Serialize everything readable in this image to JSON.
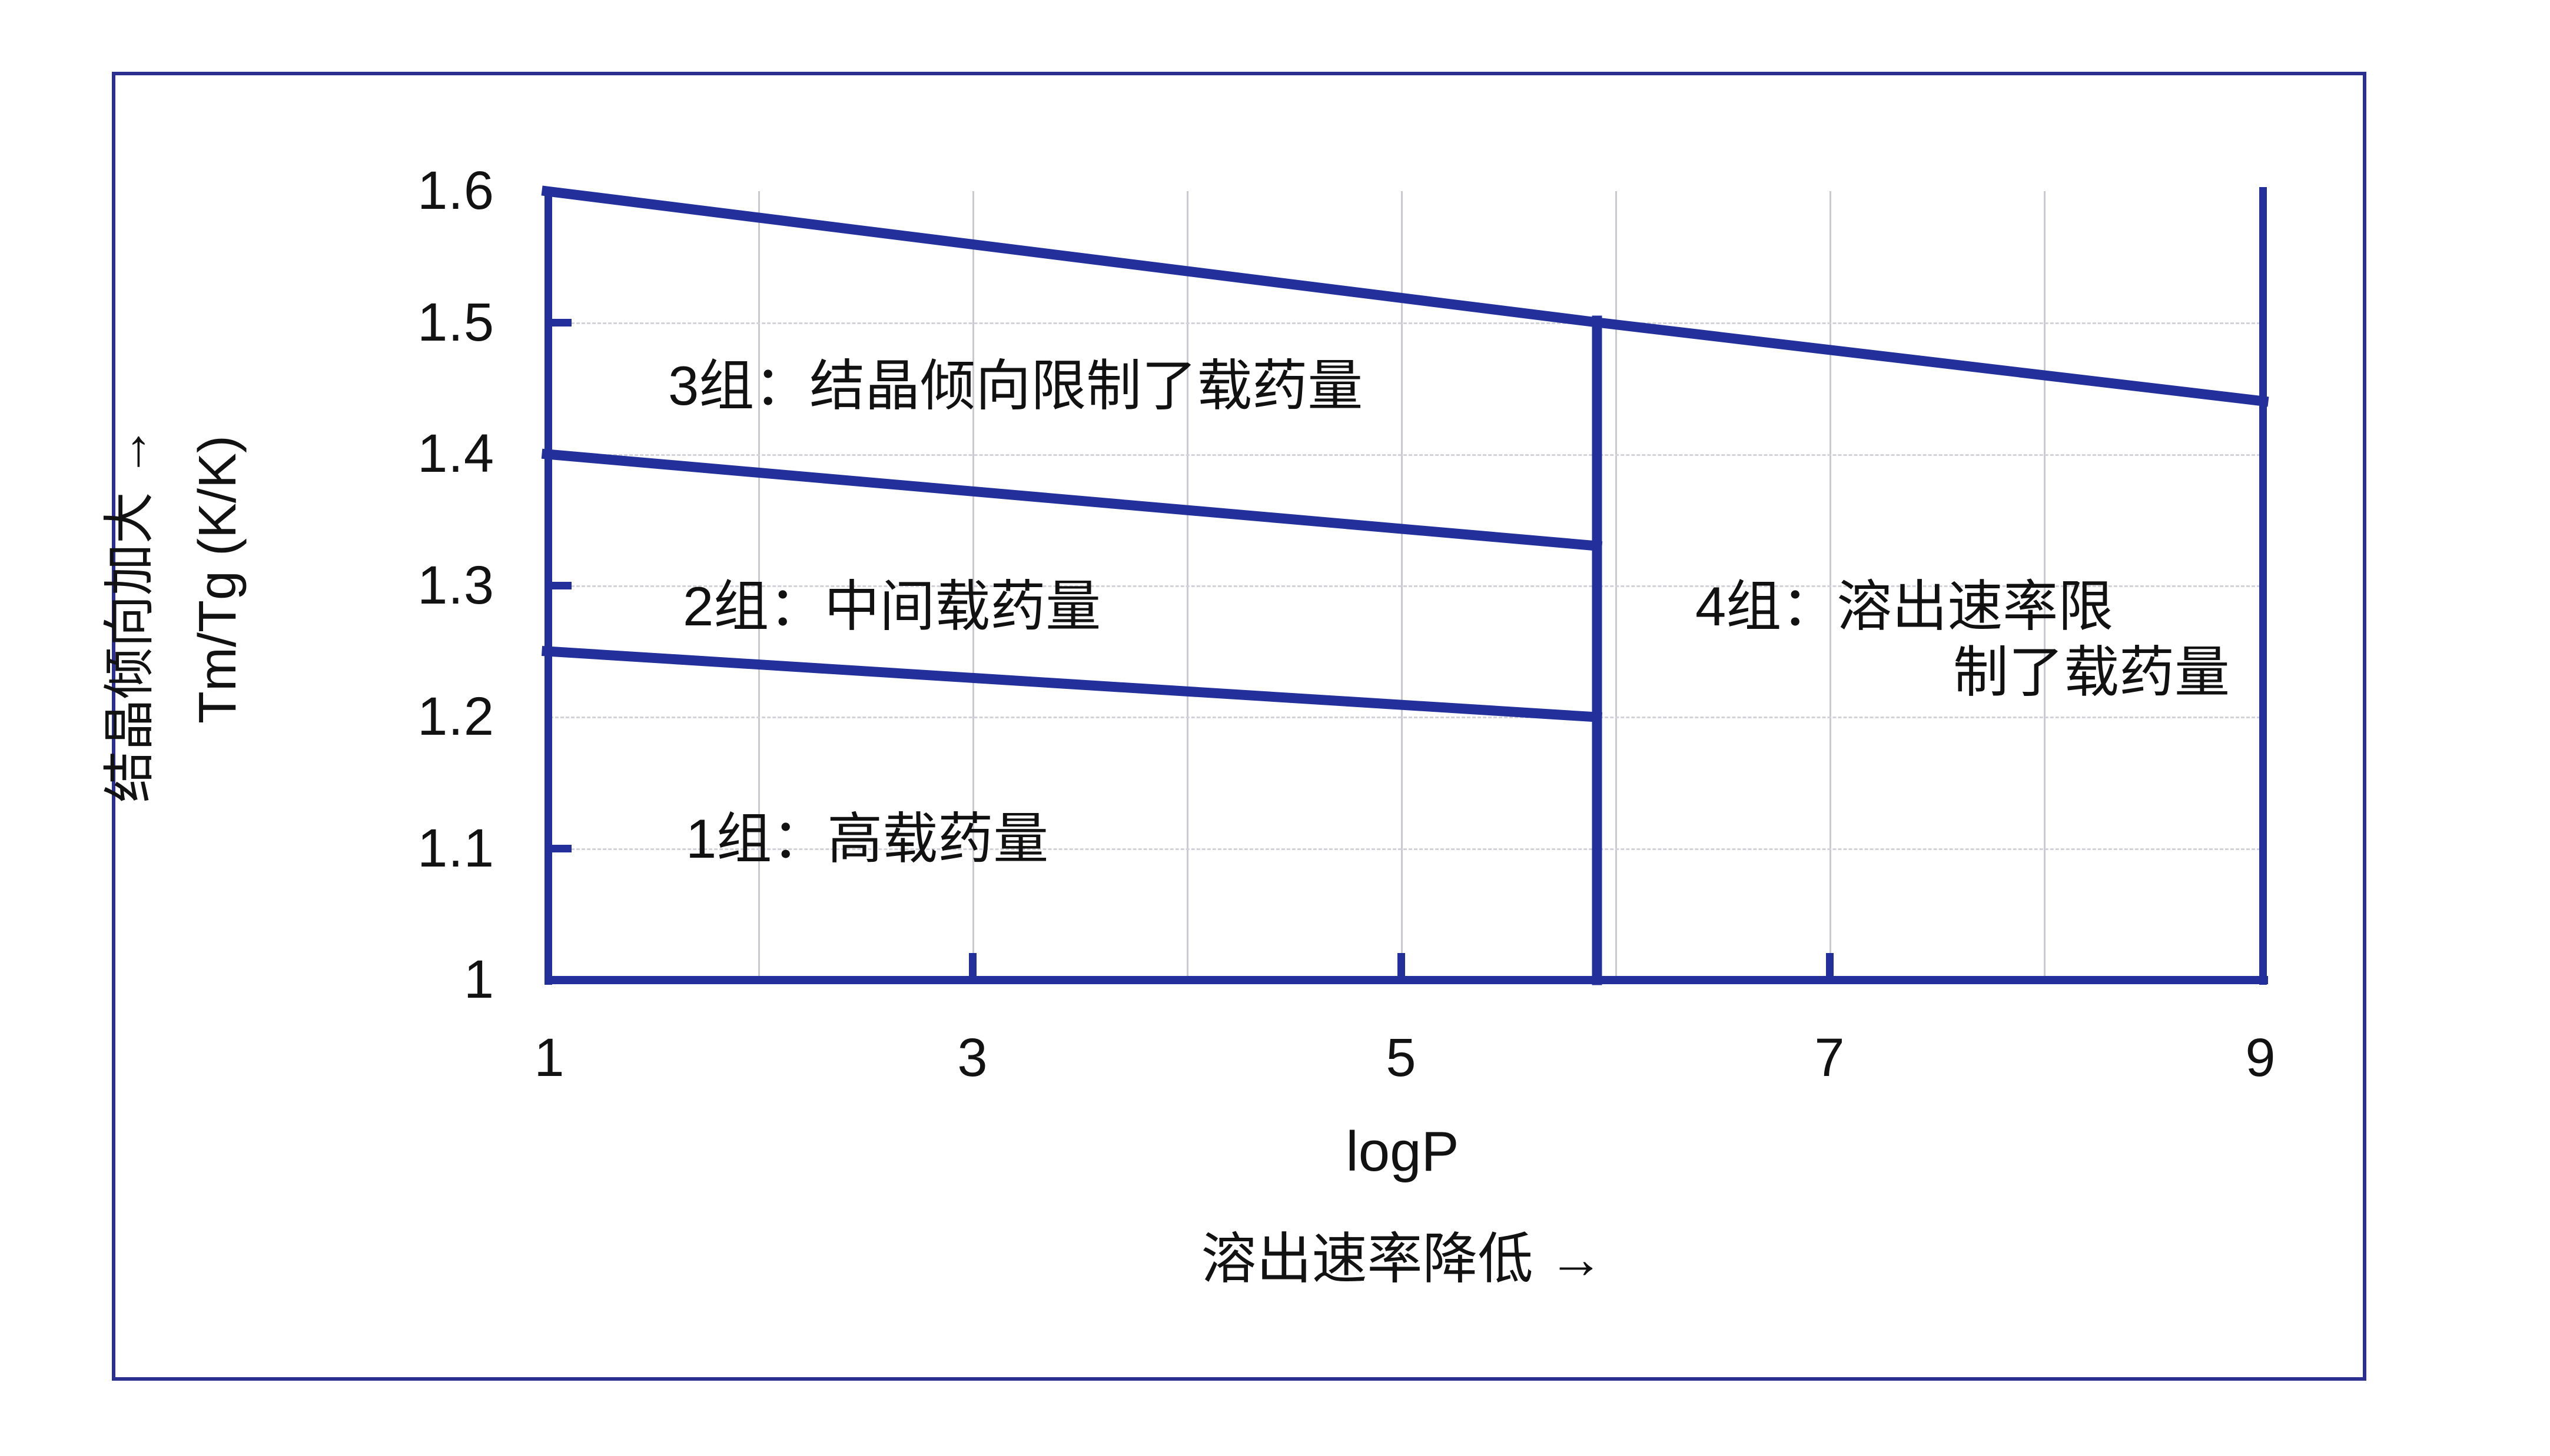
{
  "figure": {
    "frame_color": "#2b2f8f",
    "line_color": "#23309b",
    "grid_color": "#c9c9cf",
    "background": "#ffffff"
  },
  "axes": {
    "y_title": "Tm/Tg (K/K)",
    "y_outer_title": "结晶倾向加大 →",
    "x_title": "logP",
    "x_outer_title": "溶出速率降低 →",
    "y_ticks": [
      "1.6",
      "1.5",
      "1.4",
      "1.3",
      "1.2",
      "1.1",
      "1"
    ],
    "x_ticks": [
      "1",
      "3",
      "5",
      "7",
      "9"
    ]
  },
  "regions": {
    "group1": "1组：高载药量",
    "group2": "2组：中间载药量",
    "group3": "3组：结晶倾向限制了载药量",
    "group4_line1": "4组：溶出速率限",
    "group4_line2": "制了载药量"
  },
  "chart_data": {
    "type": "line",
    "title": "",
    "xlabel": "logP",
    "ylabel": "Tm/Tg (K/K)",
    "xlim": [
      1,
      9
    ],
    "ylim": [
      1.0,
      1.6
    ],
    "x_tick_values": [
      1,
      3,
      5,
      7,
      9
    ],
    "y_tick_values": [
      1.0,
      1.1,
      1.2,
      1.3,
      1.4,
      1.5,
      1.6
    ],
    "grid": "both-axes-light-gridlines-at-every-0.1-y-and-every-1-x",
    "legend": "none",
    "series": [
      {
        "name": "upper boundary (group 3 ceiling)",
        "x": [
          1,
          5.9,
          9
        ],
        "y": [
          1.6,
          1.5,
          1.44
        ]
      },
      {
        "name": "group 3 / group 2 boundary",
        "x": [
          1,
          5.9
        ],
        "y": [
          1.4,
          1.33
        ]
      },
      {
        "name": "group 2 / group 1 boundary",
        "x": [
          1,
          5.9
        ],
        "y": [
          1.25,
          1.2
        ]
      },
      {
        "name": "group 4 vertical divider",
        "x": [
          5.9,
          5.9
        ],
        "y": [
          1.5,
          1.0
        ]
      }
    ],
    "annotations": [
      {
        "text": "3组：结晶倾向限制了载药量",
        "x": 1.6,
        "y": 1.475
      },
      {
        "text": "2组：中间载药量",
        "x": 1.7,
        "y": 1.305
      },
      {
        "text": "1组：高载药量",
        "x": 1.7,
        "y": 1.125
      },
      {
        "text": "4组：溶出速率限制了载药量",
        "x": 6.7,
        "y": 1.3
      }
    ]
  }
}
